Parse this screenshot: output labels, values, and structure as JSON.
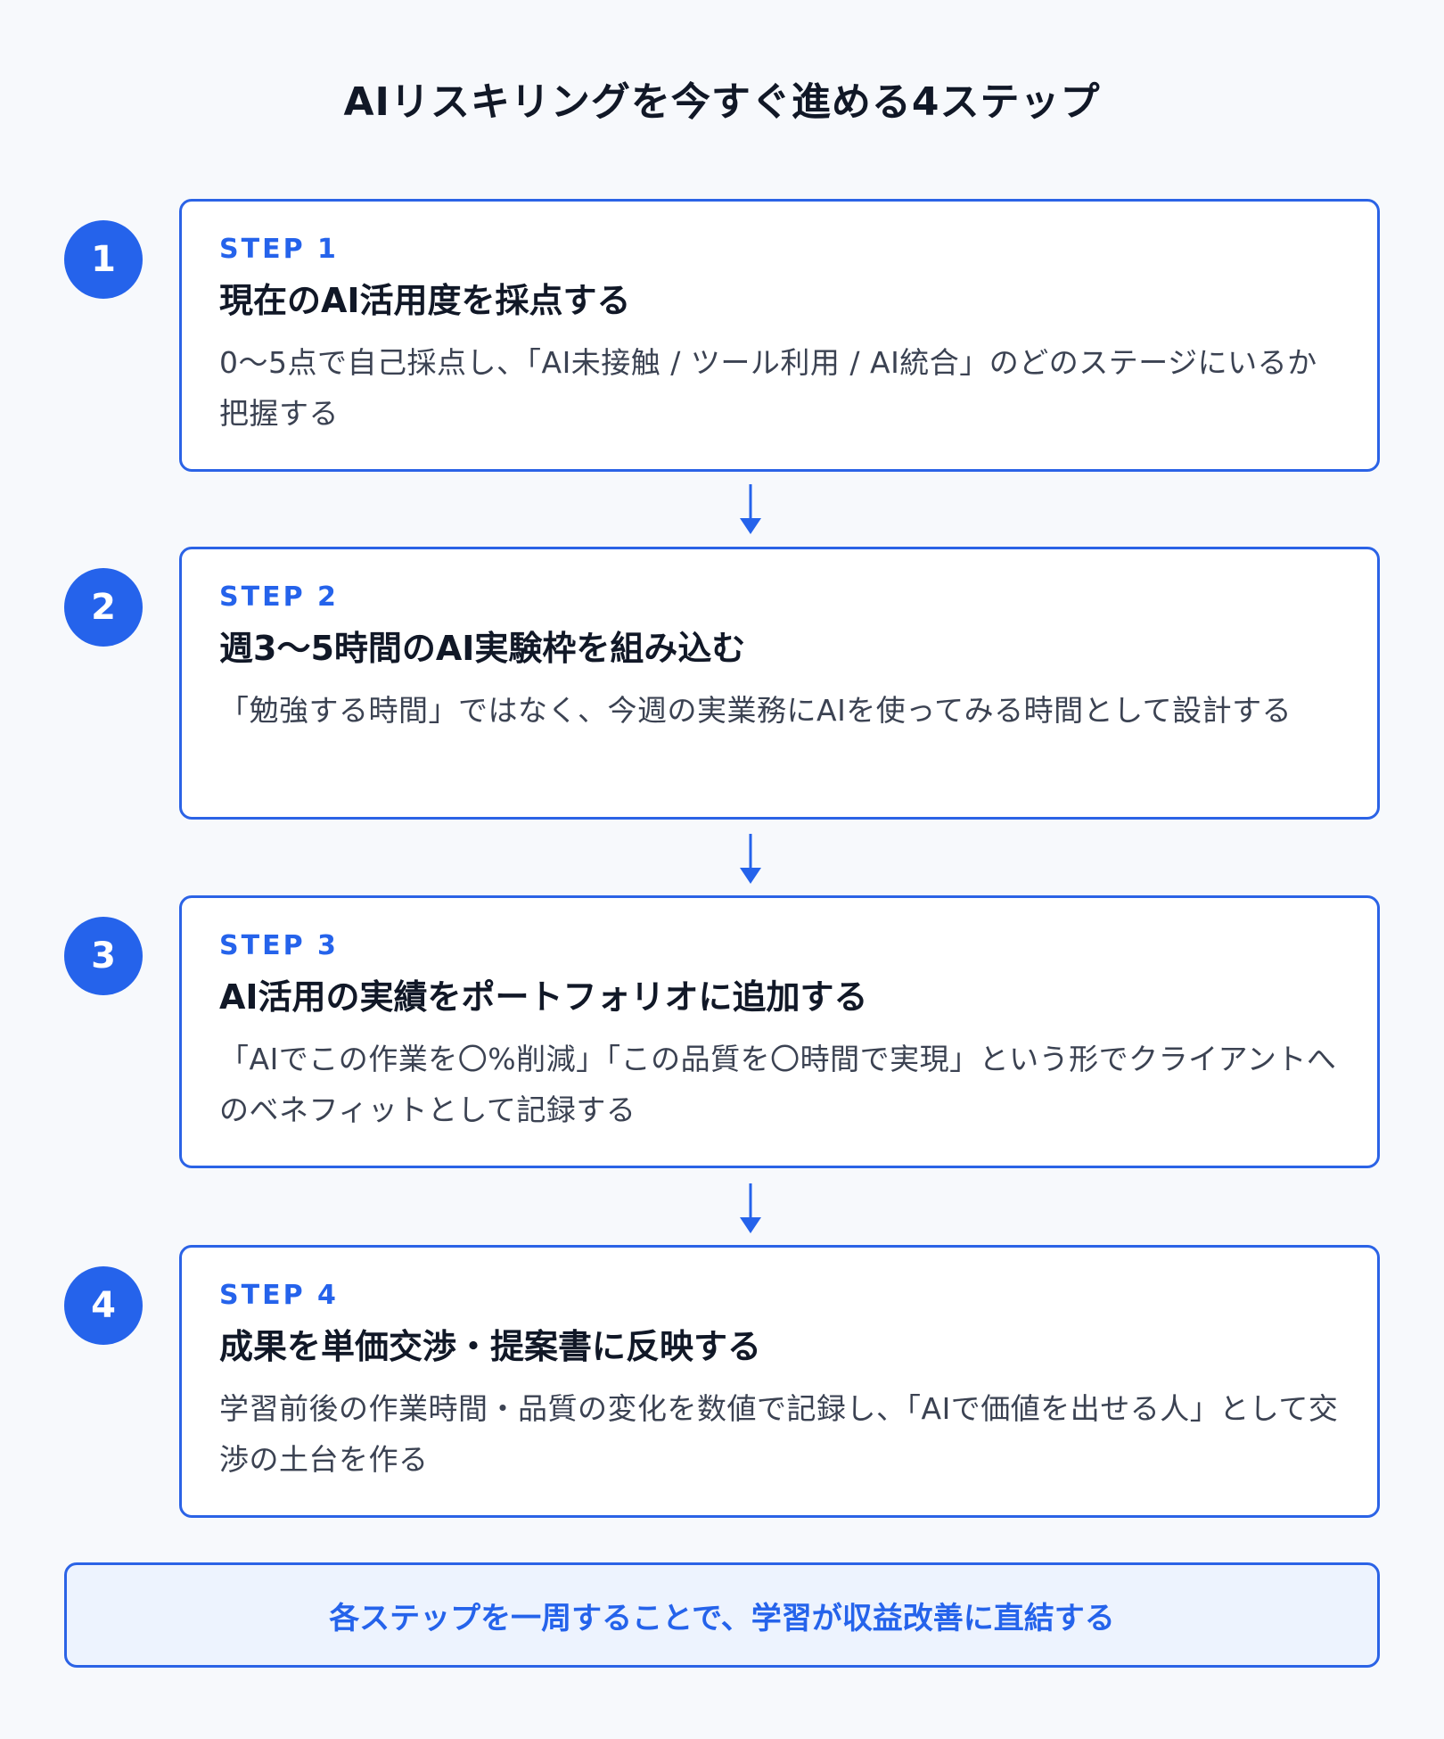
{
  "title": "AIリスキリングを今すぐ進める4ステップ",
  "steps": [
    {
      "number": "1",
      "label": "STEP 1",
      "heading": "現在のAI活用度を採点する",
      "description": "0〜5点で自己採点し、「AI未接触 / ツール利用 / AI統合」のどのステージにいるか把握する"
    },
    {
      "number": "2",
      "label": "STEP 2",
      "heading": "週3〜5時間のAI実験枠を組み込む",
      "description": "「勉強する時間」ではなく、今週の実業務にAIを使ってみる時間として設計する"
    },
    {
      "number": "3",
      "label": "STEP 3",
      "heading": "AI活用の実績をポートフォリオに追加する",
      "description": "「AIでこの作業を〇%削減」「この品質を〇時間で実現」という形でクライアントへのベネフィットとして記録する"
    },
    {
      "number": "4",
      "label": "STEP 4",
      "heading": "成果を単価交渉・提案書に反映する",
      "description": "学習前後の作業時間・品質の変化を数値で記録し、「AIで価値を出せる人」として交渉の土台を作る"
    }
  ],
  "summary": "各ステップを一周することで、学習が収益改善に直結する",
  "colors": {
    "accent": "#2563eb",
    "summary_background": "#edf3fe",
    "page_background": "#f7f9fc"
  }
}
